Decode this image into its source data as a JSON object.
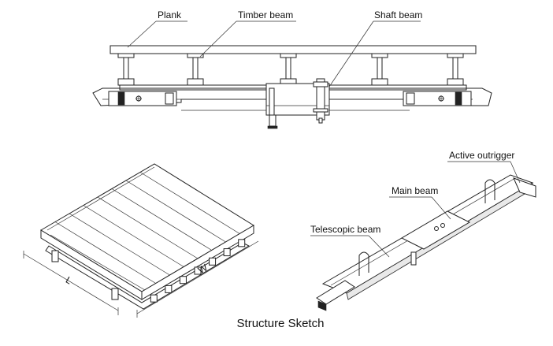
{
  "labels": {
    "plank": "Plank",
    "timber_beam": "Timber beam",
    "shaft_beam": "Shaft beam",
    "active_outrigger": "Active outrigger",
    "main_beam": "Main beam",
    "telescopic_beam": "Telescopic beam",
    "dim_l": "L",
    "dim_w": "W"
  },
  "caption": "Structure Sketch"
}
